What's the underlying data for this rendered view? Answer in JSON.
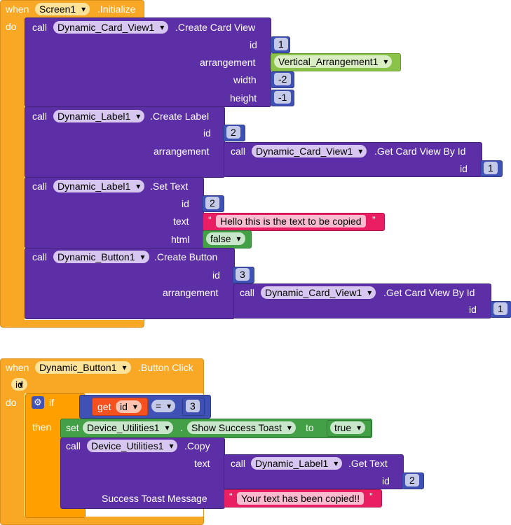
{
  "event1": {
    "when": "when",
    "component": "Screen1",
    "event": ".Initialize",
    "do": "do"
  },
  "create_card": {
    "call": "call",
    "component": "Dynamic_Card_View1",
    "method": ".Create Card View",
    "id_label": "id",
    "id_value": "1",
    "arrangement_label": "arrangement",
    "arrangement_value": "Vertical_Arrangement1",
    "width_label": "width",
    "width_value": "-2",
    "height_label": "height",
    "height_value": "-1"
  },
  "create_label": {
    "call": "call",
    "component": "Dynamic_Label1",
    "method": ".Create Label",
    "id_label": "id",
    "id_value": "2",
    "arrangement_label": "arrangement",
    "inner_call": "call",
    "inner_component": "Dynamic_Card_View1",
    "inner_method": ".Get Card View By Id",
    "inner_id_label": "id",
    "inner_id_value": "1"
  },
  "set_text": {
    "call": "call",
    "component": "Dynamic_Label1",
    "method": ".Set Text",
    "id_label": "id",
    "id_value": "2",
    "text_label": "text",
    "text_value": "Hello this is the text to be copied",
    "html_label": "html",
    "html_value": "false"
  },
  "create_button": {
    "call": "call",
    "component": "Dynamic_Button1",
    "method": ".Create Button",
    "id_label": "id",
    "id_value": "3",
    "arrangement_label": "arrangement",
    "inner_call": "call",
    "inner_component": "Dynamic_Card_View1",
    "inner_method": ".Get Card View By Id",
    "inner_id_label": "id",
    "inner_id_value": "1"
  },
  "event2": {
    "when": "when",
    "component": "Dynamic_Button1",
    "event": ".Button Click",
    "param": "id",
    "do": "do"
  },
  "if_block": {
    "if_label": "if",
    "then_label": "then",
    "get_label": "get",
    "get_var": "id",
    "op": "=",
    "compare_value": "3"
  },
  "set_toast": {
    "set": "set",
    "component": "Device_Utilities1",
    "property": "Show Success Toast",
    "to": "to",
    "value": "true"
  },
  "copy_call": {
    "call": "call",
    "component": "Device_Utilities1",
    "method": ".Copy",
    "text_label": "text",
    "inner_call": "call",
    "inner_component": "Dynamic_Label1",
    "inner_method": ".Get Text",
    "inner_id_label": "id",
    "inner_id_value": "2",
    "toast_label": "Success Toast Message",
    "toast_value": "Your text has been copied!!"
  },
  "quote": "“",
  "quote_close": "”",
  "dot": ".",
  "colors": {
    "event": "#f9a825",
    "procedure": "#5c2fa6",
    "number": "#3f51b5",
    "text": "#e91e63",
    "logic": "#43a047",
    "component": "#8bc34a",
    "variable": "#f4511e",
    "control": "#ffa000"
  }
}
